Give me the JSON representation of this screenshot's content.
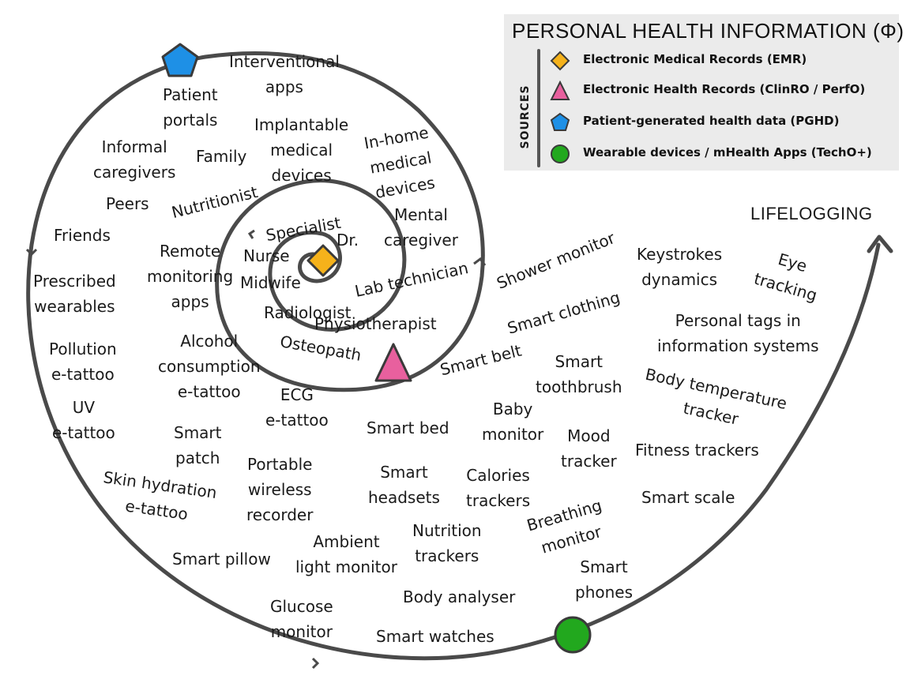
{
  "legend": {
    "title": "PERSONAL HEALTH INFORMATION (Φ)",
    "sources_label": "SOURCES",
    "items": [
      {
        "label": "Electronic Medical Records (EMR)",
        "icon": "diamond-icon",
        "color": "#f5b21b"
      },
      {
        "label": "Electronic Health Records (ClinRO / PerfO)",
        "icon": "triangle-icon",
        "color": "#e8609e"
      },
      {
        "label": "Patient-generated health data (PGHD)",
        "icon": "pentagon-icon",
        "color": "#1e90e6"
      },
      {
        "label": "Wearable devices / mHealth Apps  (TechO+)",
        "icon": "circle-icon",
        "color": "#22a81e"
      }
    ]
  },
  "spiral_end_label": "LIFELOGGING",
  "markers": {
    "emr": {
      "icon": "diamond-icon",
      "color": "#f5b21b"
    },
    "ehr": {
      "icon": "triangle-icon",
      "color": "#e8609e"
    },
    "pghd": {
      "icon": "pentagon-icon",
      "color": "#1e90e6"
    },
    "techo": {
      "icon": "circle-icon",
      "color": "#22a81e"
    }
  },
  "labels": {
    "dr": "Dr.",
    "specialist": "Specialist",
    "nurse": "Nurse",
    "midwife": "Midwife",
    "radiologist": "Radiologist",
    "physiotherapist": "Physiotherapist",
    "osteopath": "Osteopath",
    "lab_technician": "Lab technician",
    "mental_caregiver": "Mental\ncaregiver",
    "in_home_medical_devices": "In-home\nmedical\ndevices",
    "implantable_medical_devices": "Implantable\nmedical\ndevices",
    "nutritionist": "Nutritionist",
    "family": "Family",
    "interventional_apps": "Interventional\napps",
    "patient_portals": "Patient\nportals",
    "informal_caregivers": "Informal\ncaregivers",
    "peers": "Peers",
    "friends": "Friends",
    "remote_monitoring_apps": "Remote\nmonitoring\napps",
    "prescribed_wearables": "Prescribed\nwearables",
    "pollution_etattoo": "Pollution\ne-tattoo",
    "alcohol_etattoo": "Alcohol\nconsumption\ne-tattoo",
    "uv_etattoo": "UV\ne-tattoo",
    "ecg_etattoo": "ECG\ne-tattoo",
    "smart_patch": "Smart\npatch",
    "skin_hydration_etattoo": "Skin hydration\ne-tattoo",
    "portable_wireless_recorder": "Portable\nwireless\nrecorder",
    "smart_pillow": "Smart pillow",
    "ambient_light_monitor": "Ambient\nlight monitor",
    "glucose_monitor": "Glucose\nmonitor",
    "smart_watches": "Smart watches",
    "body_analyser": "Body analyser",
    "nutrition_trackers": "Nutrition\ntrackers",
    "smart_headsets": "Smart\nheadsets",
    "smart_bed": "Smart bed",
    "calories_trackers": "Calories\ntrackers",
    "baby_monitor": "Baby\nmonitor",
    "breathing_monitor": "Breathing\nmonitor",
    "smart_phones": "Smart\nphones",
    "mood_tracker": "Mood\ntracker",
    "smart_toothbrush": "Smart\ntoothbrush",
    "smart_belt": "Smart belt",
    "smart_clothing": "Smart clothing",
    "shower_monitor": "Shower monitor",
    "keystrokes_dynamics": "Keystrokes\ndynamics",
    "eye_tracking": "Eye\ntracking",
    "personal_tags": "Personal tags in\ninformation systems",
    "body_temperature_tracker": "Body temperature\ntracker",
    "fitness_trackers": "Fitness trackers",
    "smart_scale": "Smart scale"
  }
}
